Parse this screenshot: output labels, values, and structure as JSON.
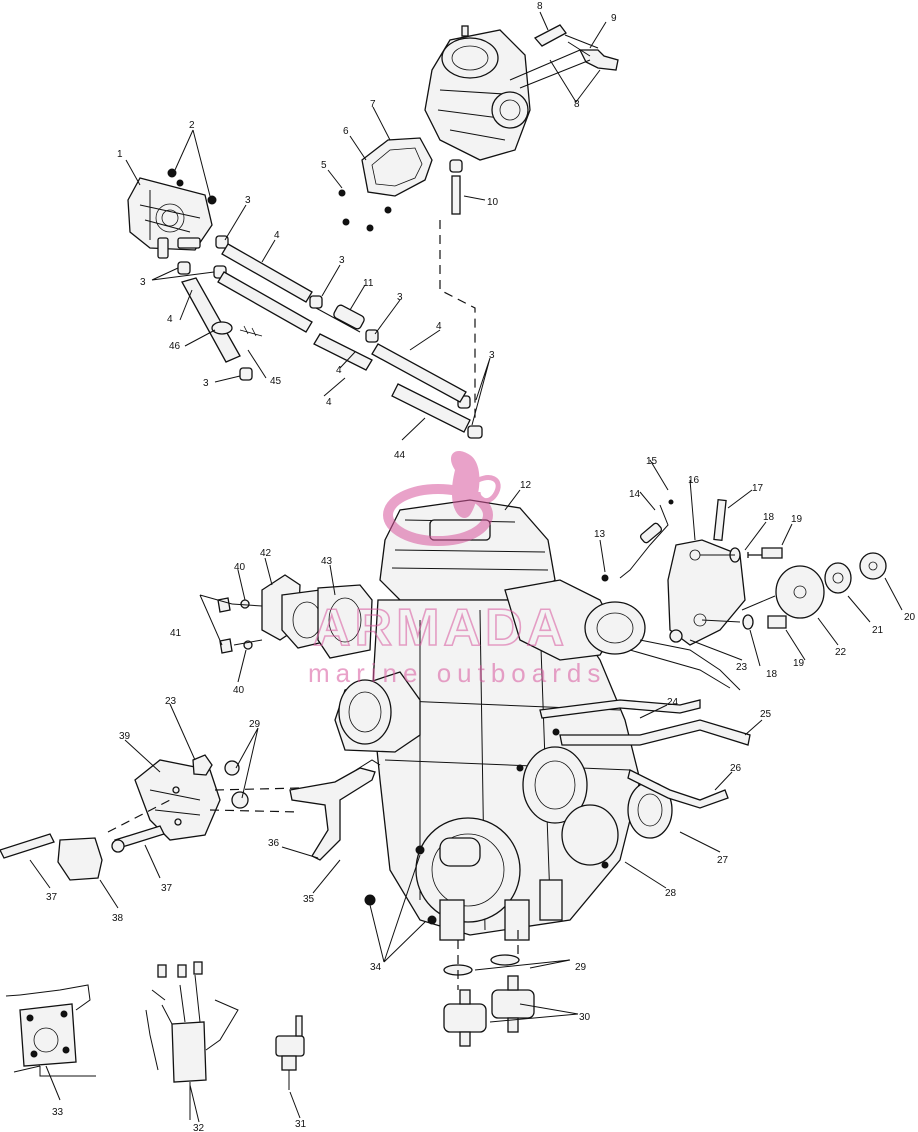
{
  "watermark": {
    "brand": "ARMADA",
    "tagline": "marine outboards",
    "color": "#d8579e"
  },
  "callouts": {
    "c1": "1",
    "c2": "2",
    "c3a": "3",
    "c3b": "3",
    "c3c": "3",
    "c3d": "3",
    "c3e": "3",
    "c3f": "3",
    "c4a": "4",
    "c4b": "4",
    "c4c": "4",
    "c4d": "4",
    "c4e": "4",
    "c5": "5",
    "c6": "6",
    "c7": "7",
    "c8a": "8",
    "c8b": "8",
    "c9": "9",
    "c10": "10",
    "c11": "11",
    "c12": "12",
    "c13": "13",
    "c14": "14",
    "c15": "15",
    "c16": "16",
    "c17": "17",
    "c18a": "18",
    "c18b": "18",
    "c19a": "19",
    "c19b": "19",
    "c20": "20",
    "c21": "21",
    "c22": "22",
    "c23a": "23",
    "c23b": "23",
    "c24": "24",
    "c25": "25",
    "c26": "26",
    "c27": "27",
    "c28": "28",
    "c29a": "29",
    "c29b": "29",
    "c30": "30",
    "c31": "31",
    "c32": "32",
    "c33": "33",
    "c34": "34",
    "c35": "35",
    "c36": "36",
    "c37a": "37",
    "c37b": "37",
    "c38": "38",
    "c39": "39",
    "c40a": "40",
    "c40b": "40",
    "c41": "41",
    "c42": "42",
    "c43": "43",
    "c44": "44",
    "c45": "45",
    "c46": "46"
  }
}
